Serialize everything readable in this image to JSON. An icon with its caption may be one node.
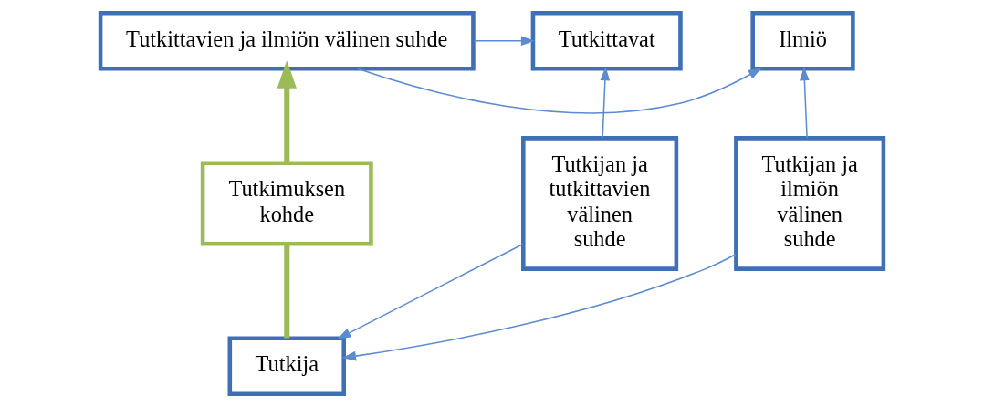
{
  "diagram": {
    "nodes": [
      {
        "text": [
          "Tutkittavat"
        ]
      },
      {
        "text": [
          "Tutkittavien ja ilmiön välinen suhde"
        ]
      },
      {
        "text": [
          "Ilmiö"
        ]
      },
      {
        "text": [
          "Tutkijan ja tutkittavien välinen suhde"
        ]
      },
      {
        "text": [
          "Tutkimuksen kohde"
        ]
      },
      {
        "text": [
          "Tutkijan ja ilmiön välinen suhde"
        ]
      },
      {
        "text": [
          "Tutkija"
        ]
      }
    ],
    "edges": [
      {
        "from": 1,
        "to": 0,
        "arrow": "to"
      },
      {
        "from": 1,
        "to": 2,
        "arrow": "to"
      },
      {
        "from": 3,
        "to": 0,
        "arrow": "to"
      },
      {
        "from": 5,
        "to": 2,
        "arrow": "to"
      },
      {
        "from": 6,
        "to": 4,
        "arrow": "none",
        "style": "thick",
        "color": "#9bbb59"
      },
      {
        "from": 4,
        "to": 1,
        "arrow": "to",
        "style": "thick",
        "color": "#9bbb59"
      },
      {
        "from": 3,
        "to": 6,
        "arrow": "to"
      },
      {
        "from": 5,
        "to": 6,
        "arrow": "to"
      }
    ]
  }
}
